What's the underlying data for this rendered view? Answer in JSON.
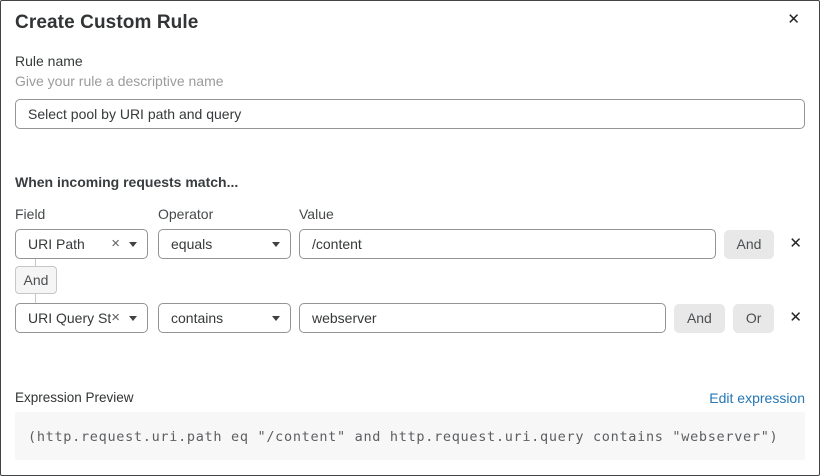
{
  "dialog": {
    "title": "Create Custom Rule"
  },
  "icons": {
    "close": "✕",
    "clear": "×",
    "remove": "✕",
    "caret_down": "triangle-down"
  },
  "rule_name": {
    "label": "Rule name",
    "helper": "Give your rule a descriptive name",
    "value": "Select pool by URI path and query"
  },
  "match": {
    "heading": "When incoming requests match...",
    "columns": {
      "field": "Field",
      "operator": "Operator",
      "value": "Value"
    },
    "connector": "And",
    "rows": [
      {
        "field": "URI Path",
        "operator": "equals",
        "value": "/content",
        "and_label": "And"
      },
      {
        "field": "URI Query St...",
        "operator": "contains",
        "value": "webserver",
        "and_label": "And",
        "or_label": "Or"
      }
    ]
  },
  "expression": {
    "label": "Expression Preview",
    "edit_link": "Edit expression",
    "code": "(http.request.uri.path eq \"/content\" and http.request.uri.query contains \"webserver\")"
  },
  "colors": {
    "link_blue": "#2577b5",
    "input_border": "#949494",
    "button_bg": "#e8e8e9",
    "code_bg": "#f7f7f8",
    "dialog_border": "#424446"
  }
}
